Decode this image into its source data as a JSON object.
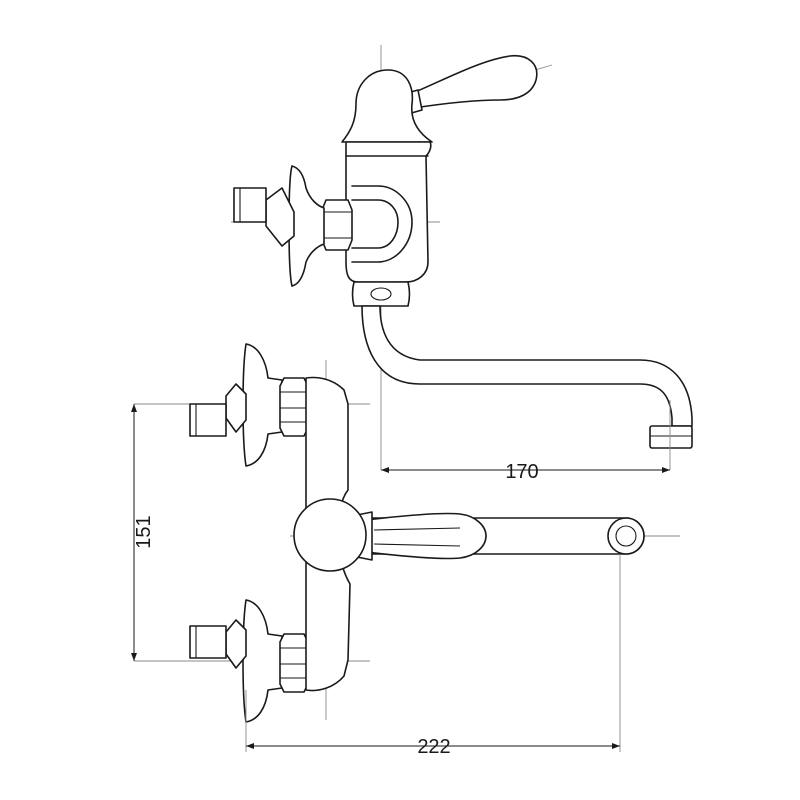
{
  "dimensions": {
    "spout_reach": "170",
    "inlet_spacing": "151",
    "total_projection": "222"
  },
  "colors": {
    "line": "#1a1a1a",
    "centerline": "#8a8a8a",
    "background": "#ffffff"
  }
}
